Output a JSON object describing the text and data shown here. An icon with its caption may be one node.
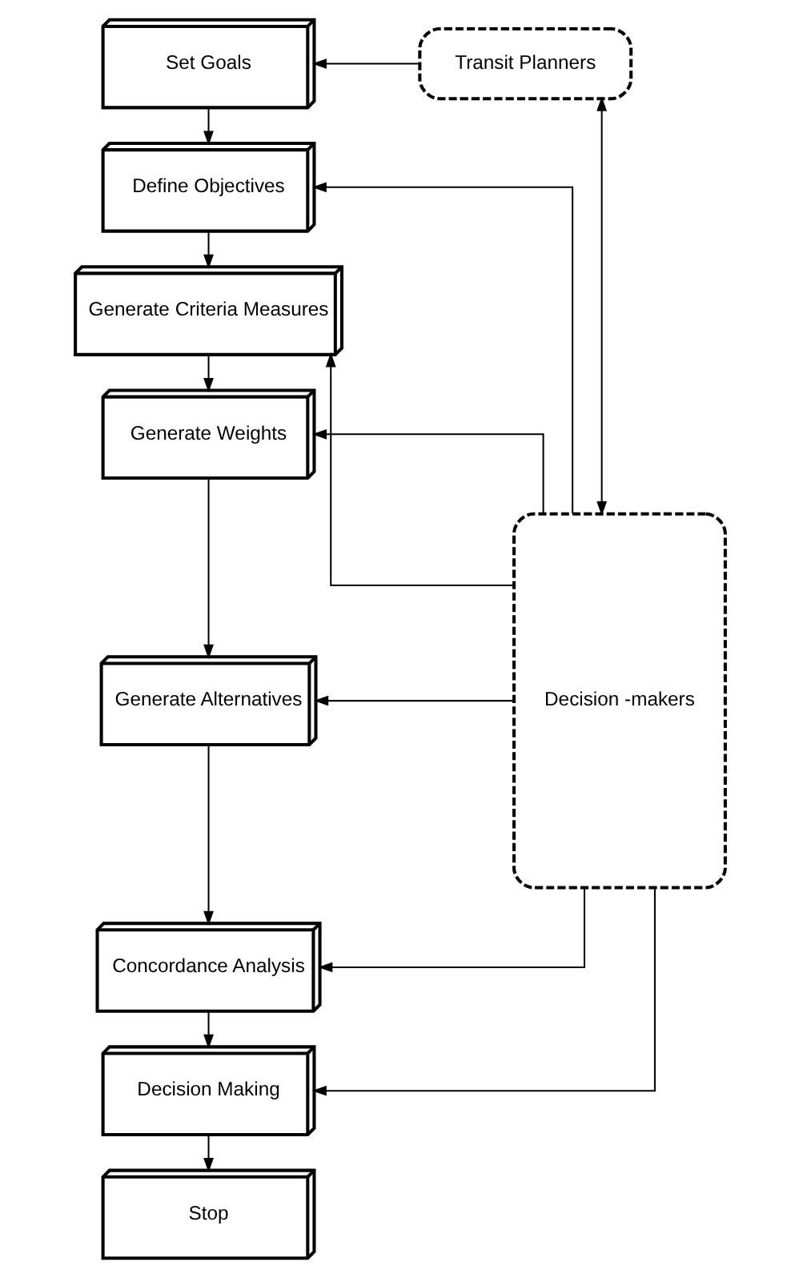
{
  "diagram": {
    "nodes": [
      {
        "text": [
          "Set Goals"
        ]
      },
      {
        "text": [
          "Define Objectives"
        ]
      },
      {
        "text": [
          "Generate Criteria Measures"
        ]
      },
      {
        "text": [
          "Generate Weights"
        ]
      },
      {
        "text": [
          "Generate Alternatives"
        ]
      },
      {
        "text": [
          "Concordance Analysis"
        ]
      },
      {
        "text": [
          "Decision Making"
        ]
      },
      {
        "text": [
          "Stop"
        ]
      },
      {
        "text": [
          "Transit Planners"
        ]
      },
      {
        "text": [
          "Decision -makers"
        ]
      }
    ],
    "edges": [
      {
        "from": 0,
        "to": 1,
        "arrow": "to"
      },
      {
        "from": 1,
        "to": 2,
        "arrow": "to"
      },
      {
        "from": 2,
        "to": 3,
        "arrow": "to"
      },
      {
        "from": 3,
        "to": 4,
        "arrow": "to"
      },
      {
        "from": 4,
        "to": 5,
        "arrow": "to"
      },
      {
        "from": 5,
        "to": 6,
        "arrow": "to"
      },
      {
        "from": 6,
        "to": 7,
        "arrow": "to"
      },
      {
        "from": 8,
        "to": 0,
        "arrow": "to"
      },
      {
        "from": 9,
        "to": 8,
        "arrow": "both"
      },
      {
        "from": 9,
        "to": 1,
        "arrow": "to"
      },
      {
        "from": 9,
        "to": 2,
        "arrow": "to"
      },
      {
        "from": 9,
        "to": 3,
        "arrow": "to"
      },
      {
        "from": 9,
        "to": 4,
        "arrow": "to"
      },
      {
        "from": 9,
        "to": 5,
        "arrow": "to"
      },
      {
        "from": 9,
        "to": 6,
        "arrow": "to"
      }
    ]
  }
}
